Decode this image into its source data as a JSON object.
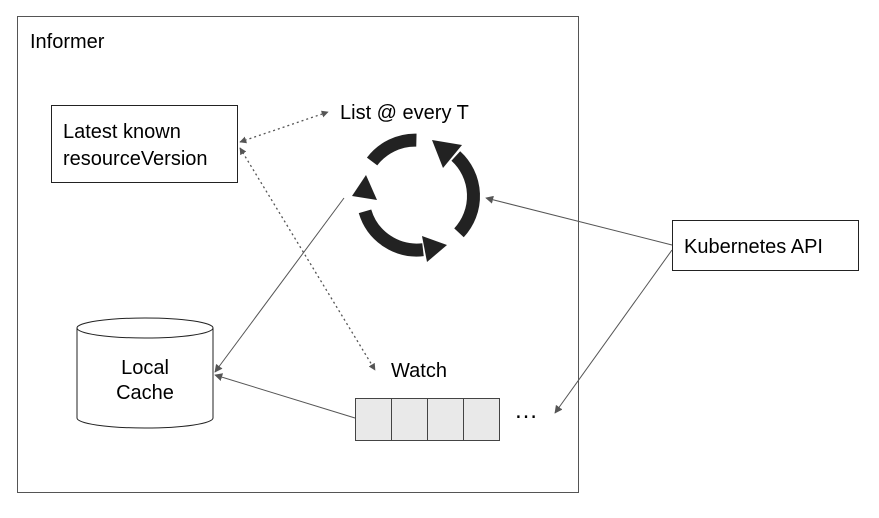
{
  "informer": {
    "title": "Informer"
  },
  "resource_version": {
    "line1": "Latest known",
    "line2": "resourceVersion"
  },
  "list_loop": {
    "label": "List @ every T"
  },
  "k8s_api": {
    "label": "Kubernetes API"
  },
  "local_cache": {
    "line1": "Local",
    "line2": "Cache"
  },
  "watch": {
    "label": "Watch",
    "ellipsis": "…"
  },
  "colors": {
    "border": "#555555",
    "arrow": "#666666",
    "cycle": "#222222",
    "queue_fill": "#e9e9e9"
  }
}
